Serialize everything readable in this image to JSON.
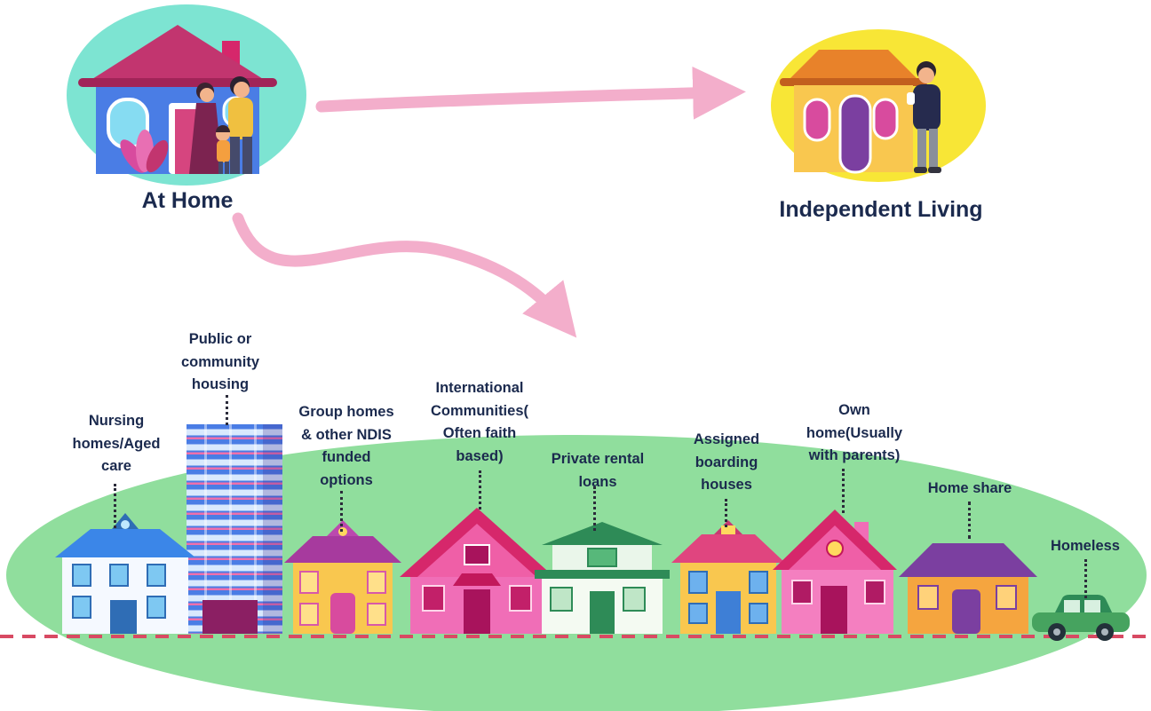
{
  "title_nodes": {
    "at_home": "At Home",
    "independent_living": "Independent Living"
  },
  "options": [
    {
      "id": "nursing-homes",
      "label": "Nursing homes/Aged care"
    },
    {
      "id": "public-housing",
      "label": "Public or community housing"
    },
    {
      "id": "group-homes",
      "label": "Group homes & other NDIS funded options"
    },
    {
      "id": "international-communities",
      "label": "International Communities( Often faith based)"
    },
    {
      "id": "private-rental",
      "label": "Private rental loans"
    },
    {
      "id": "boarding-houses",
      "label": "Assigned boarding houses"
    },
    {
      "id": "own-home",
      "label": "Own home(Usually with parents)"
    },
    {
      "id": "home-share",
      "label": "Home share"
    },
    {
      "id": "homeless",
      "label": "Homeless"
    }
  ],
  "colors": {
    "bubble_teal": "#7de4d2",
    "bubble_yellow": "#f8e636",
    "bubble_green": "#90de9d",
    "arrow_pink": "#f3aecb",
    "ground_line_red": "#d84a63",
    "label_navy": "#1b2a4e"
  }
}
